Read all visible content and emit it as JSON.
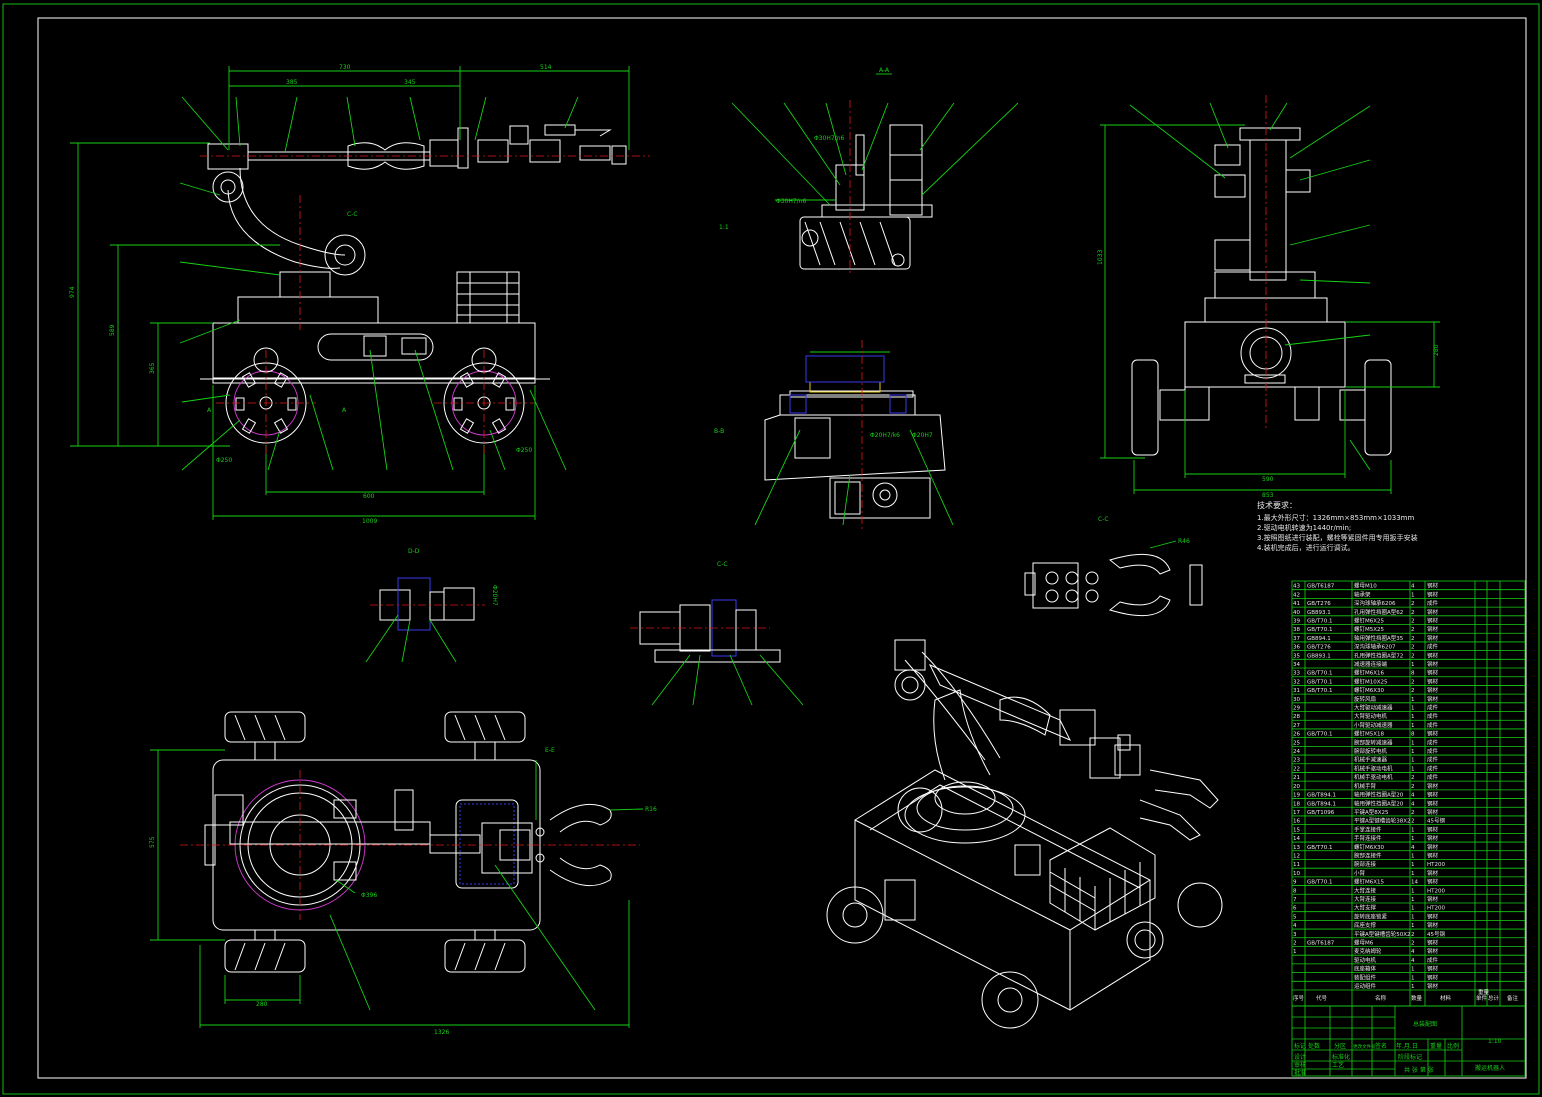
{
  "drawing": {
    "section_labels": {
      "aa": "A-A",
      "bb": "B-B",
      "cc": "C-C",
      "dd": "D-D",
      "ee": "E-E",
      "ratio": "1:1"
    },
    "tech_notes": {
      "heading": "技术要求：",
      "lines": [
        "1.最大外形尺寸：1326mm×853mm×1033mm",
        "2.驱动电机转速为1440r/min;",
        "3.按照图纸进行装配，螺栓等紧固件用专用扳手安装",
        "4.装机完成后，进行运行调试。"
      ]
    },
    "dimensions": {
      "top_730": "730",
      "top_385": "385",
      "top_345": "345",
      "top_514": "514",
      "left_974": "974",
      "left_589": "589",
      "left_365": "365",
      "wheel_600": "600",
      "body_1009": "1009",
      "dia_250a": "Φ250",
      "dia_250b": "Φ250",
      "right_1033": "1033",
      "right_590": "590",
      "right_280": "280",
      "right_853": "853",
      "plan_575": "575",
      "plan_280": "280",
      "plan_1326": "1326",
      "plan_396": "Φ396",
      "plan_r16": "R16",
      "cc_r46": "R46",
      "fit_a": "Φ30H7/n6",
      "fit_b": "Φ30H7/n6",
      "fit_c": "Φ20H7/k6",
      "fit_d": "Φ20H7",
      "fit_e": "Φ20H7"
    },
    "bom": {
      "rows": [
        [
          "43",
          "GB/T6187",
          "螺母M10",
          "4",
          "钢材"
        ],
        [
          "42",
          "",
          "轴承架",
          "1",
          "钢材"
        ],
        [
          "41",
          "GB/T276",
          "深沟球轴承6206",
          "2",
          "成件"
        ],
        [
          "40",
          "GB893.1",
          "孔用弹性挡圈A型62",
          "2",
          "钢材"
        ],
        [
          "39",
          "GB/T70.1",
          "螺钉M6X25",
          "2",
          "钢材"
        ],
        [
          "38",
          "GB/T70.1",
          "螺钉M5X25",
          "2",
          "钢材"
        ],
        [
          "37",
          "GB894.1",
          "轴用弹性挡圈A型35",
          "2",
          "钢材"
        ],
        [
          "36",
          "GB/T276",
          "深沟球轴承6207",
          "2",
          "成件"
        ],
        [
          "35",
          "GB893.1",
          "孔用弹性挡圈A型72",
          "2",
          "钢材"
        ],
        [
          "34",
          "",
          "减速器连接端",
          "1",
          "钢材"
        ],
        [
          "33",
          "GB/T70.1",
          "螺钉M6X16",
          "8",
          "钢材"
        ],
        [
          "32",
          "GB/T70.1",
          "螺钉M10X25",
          "2",
          "钢材"
        ],
        [
          "31",
          "GB/T70.1",
          "螺钉M6X30",
          "2",
          "钢材"
        ],
        [
          "30",
          "",
          "旋转风扇",
          "1",
          "钢材"
        ],
        [
          "29",
          "",
          "大臂驱动减速器",
          "1",
          "成件"
        ],
        [
          "28",
          "",
          "大臂驱动电机",
          "1",
          "成件"
        ],
        [
          "27",
          "",
          "小臂驱动减速器",
          "1",
          "成件"
        ],
        [
          "26",
          "GB/T70.1",
          "螺钉M5X18",
          "8",
          "钢材"
        ],
        [
          "25",
          "",
          "腕部旋转减速器",
          "1",
          "成件"
        ],
        [
          "24",
          "",
          "腕部旋转电机",
          "1",
          "成件"
        ],
        [
          "23",
          "",
          "机械手减速器",
          "1",
          "成件"
        ],
        [
          "22",
          "",
          "机械手驱动电机",
          "1",
          "成件"
        ],
        [
          "21",
          "",
          "机械手驱动电机",
          "2",
          "成件"
        ],
        [
          "20",
          "",
          "机械手臂",
          "2",
          "钢材"
        ],
        [
          "19",
          "GB/T894.1",
          "轴用弹性挡圈A型20",
          "4",
          "钢材"
        ],
        [
          "18",
          "GB/T894.1",
          "轴用弹性挡圈A型20",
          "4",
          "钢材"
        ],
        [
          "17",
          "GB/T1096",
          "平键A型8X25",
          "2",
          "钢材"
        ],
        [
          "16",
          "",
          "平键A型键槽齿轮38X2",
          "2",
          "45号钢"
        ],
        [
          "15",
          "",
          "手掌连接件",
          "1",
          "钢材"
        ],
        [
          "14",
          "",
          "手臂连接件",
          "1",
          "钢材"
        ],
        [
          "13",
          "GB/T70.1",
          "螺钉M6X30",
          "4",
          "钢材"
        ],
        [
          "12",
          "",
          "腕部连接件",
          "1",
          "钢材"
        ],
        [
          "11",
          "",
          "腕部连接",
          "1",
          "HT200"
        ],
        [
          "10",
          "",
          "小臂",
          "1",
          "钢材"
        ],
        [
          "9",
          "GB/T70.1",
          "螺钉M6X15",
          "14",
          "钢材"
        ],
        [
          "8",
          "",
          "大臂连接",
          "1",
          "HT200"
        ],
        [
          "7",
          "",
          "大臂连接",
          "1",
          "钢材"
        ],
        [
          "6",
          "",
          "大臂支撑",
          "1",
          "HT200"
        ],
        [
          "5",
          "",
          "旋转底座锁紧",
          "1",
          "钢材"
        ],
        [
          "4",
          "",
          "底座支撑",
          "1",
          "钢材"
        ],
        [
          "3",
          "",
          "平键A型键槽齿轮50X2",
          "2",
          "45号钢"
        ],
        [
          "2",
          "GB/T6187",
          "螺母M6",
          "2",
          "钢材"
        ],
        [
          "1",
          "",
          "麦克纳姆轮",
          "4",
          "钢材"
        ],
        [
          "",
          "",
          "驱动电机",
          "4",
          "成件"
        ],
        [
          "",
          "",
          "底座箱体",
          "1",
          "钢材"
        ],
        [
          "",
          "",
          "装配组件",
          "1",
          "钢材"
        ],
        [
          "",
          "",
          "运动组件",
          "1",
          "钢材"
        ]
      ],
      "header": [
        "序号",
        "代号",
        "名称",
        "数量",
        "材料",
        "单件",
        "总计",
        "备注"
      ],
      "weight": "重量"
    },
    "title_block": {
      "drawing_name": "总装配图",
      "scale": "1:10",
      "product": "搬运机器人",
      "sheet": "共 张 第 张",
      "fields": [
        "标记",
        "处数",
        "分区",
        "更改文件号",
        "签名",
        "年.月.日",
        "设计",
        "标准化",
        "阶段标记",
        "重量",
        "比例",
        "审核",
        "工艺",
        "批准"
      ]
    }
  }
}
